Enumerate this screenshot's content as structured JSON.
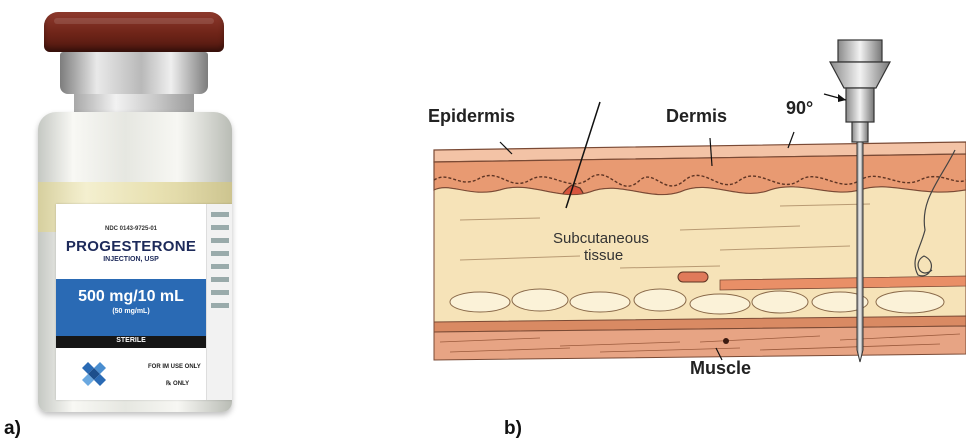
{
  "panels": {
    "a_label": "a)",
    "b_label": "b)"
  },
  "vial": {
    "ndc": "NDC 0143-9725-01",
    "drug_name": "PROGESTERONE",
    "drug_sub": "INJECTION, USP",
    "dose": "500 mg/10 mL",
    "concentration": "(50 mg/mL)",
    "sterile": "STERILE",
    "use": "FOR IM USE ONLY",
    "rx": "℞ ONLY"
  },
  "diagram": {
    "epidermis": "Epidermis",
    "dermis": "Dermis",
    "angle": "90°",
    "subcutaneous_1": "Subcutaneous",
    "subcutaneous_2": "tissue",
    "muscle": "Muscle"
  }
}
